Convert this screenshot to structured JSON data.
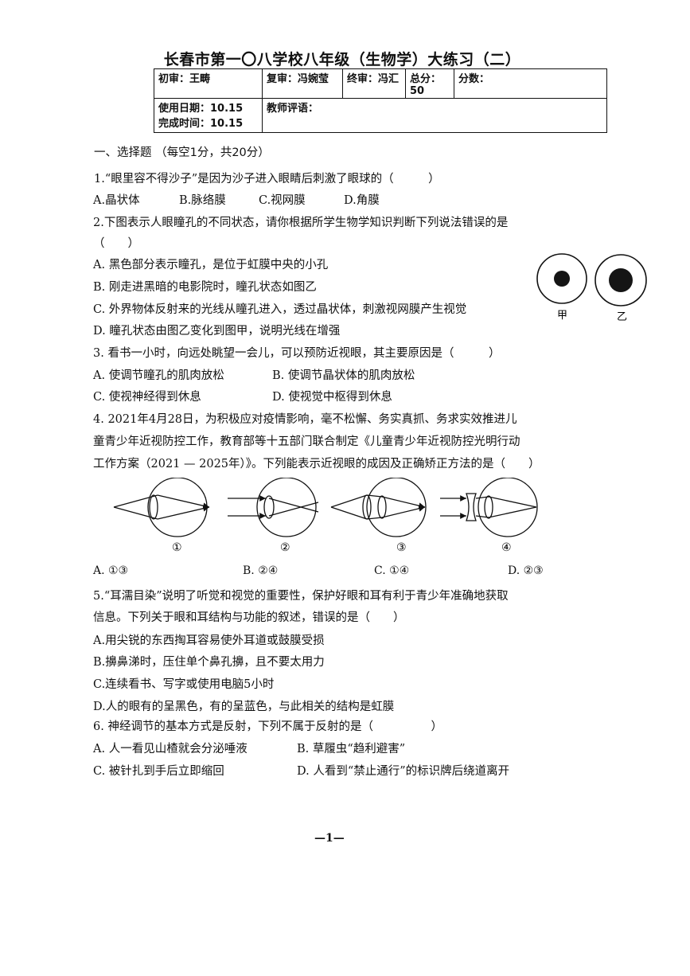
{
  "title": "长春市第一〇八学校八年级（生物学）大练习（二）",
  "header": {
    "first_review": "初审：王畴",
    "second_review": "复审：冯婉莹",
    "final_review": "终审：冯汇",
    "total": "总分：50",
    "score": "分数：",
    "use_date": "使用日期：10.15",
    "finish_time": "完成时间：10.15",
    "teacher_comment": "教师评语："
  },
  "section1": "一、选择题 （每空1分，共20分）",
  "q1": {
    "stem": "1.“眼里容不得沙子”是因为沙子进入眼睛后刺激了眼球的（　　　）",
    "options": [
      "A.晶状体",
      "B.脉络膜",
      "C.视网膜",
      "D.角膜"
    ]
  },
  "q2": {
    "stem": "2.下图表示人眼瞳孔的不同状态，请你根据所学生物学知识判断下列说法错误的是",
    "stem2": "（　　）",
    "options": [
      "A. 黑色部分表示瞳孔，是位于虹膜中央的小孔",
      "B. 刚走进黑暗的电影院时，瞳孔状态如图乙",
      "C. 外界物体反射来的光线从瞳孔进入，透过晶状体，刺激视网膜产生视觉",
      "D. 瞳孔状态由图乙变化到图甲，说明光线在增强"
    ],
    "figure_labels": [
      "甲",
      "乙"
    ]
  },
  "q3": {
    "stem": "3. 看书一小时，向远处眺望一会儿，可以预防近视眼，其主要原因是（　　　）",
    "options": [
      "A. 使调节瞳孔的肌肉放松",
      "B. 使调节晶状体的肌肉放松",
      "C. 使视神经得到休息",
      "D. 使视觉中枢得到休息"
    ]
  },
  "q4": {
    "stem_lines": [
      "4. 2021年4月28日，为积极应对疫情影响，毫不松懈、务实真抓、务求实效推进儿",
      "童青少年近视防控工作，教育部等十五部门联合制定《儿童青少年近视防控光明行动",
      "工作方案（2021 — 2025年）》。下列能表示近视眼的成因及正确矫正方法的是（　　）"
    ],
    "figure_labels": [
      "①",
      "②",
      "③",
      "④"
    ],
    "options": [
      "A. ①③",
      "B. ②④",
      "C. ①④",
      "D. ②③"
    ]
  },
  "q5": {
    "stem_lines": [
      "5.“耳濡目染”说明了听觉和视觉的重要性，保护好眼和耳有利于青少年准确地获取",
      "信息。下列关于眼和耳结构与功能的叙述，错误的是（　　）"
    ],
    "options": [
      "A.用尖锐的东西掏耳容易使外耳道或鼓膜受损",
      "B.擤鼻涕时，压住单个鼻孔擤，且不要太用力",
      "C.连续看书、写字或使用电脑5小时",
      "D.人的眼有的呈黑色，有的呈蓝色，与此相关的结构是虹膜"
    ]
  },
  "q6": {
    "stem": "6. 神经调节的基本方式是反射，下列不属于反射的是（　　　　　）",
    "options": [
      "A. 人一看见山楂就会分泌唾液",
      "B. 草履虫“趋利避害”",
      "C. 被针扎到手后立即缩回",
      "D. 人看到“禁止通行”的标识牌后绕道离开"
    ]
  },
  "footer": "—1—"
}
